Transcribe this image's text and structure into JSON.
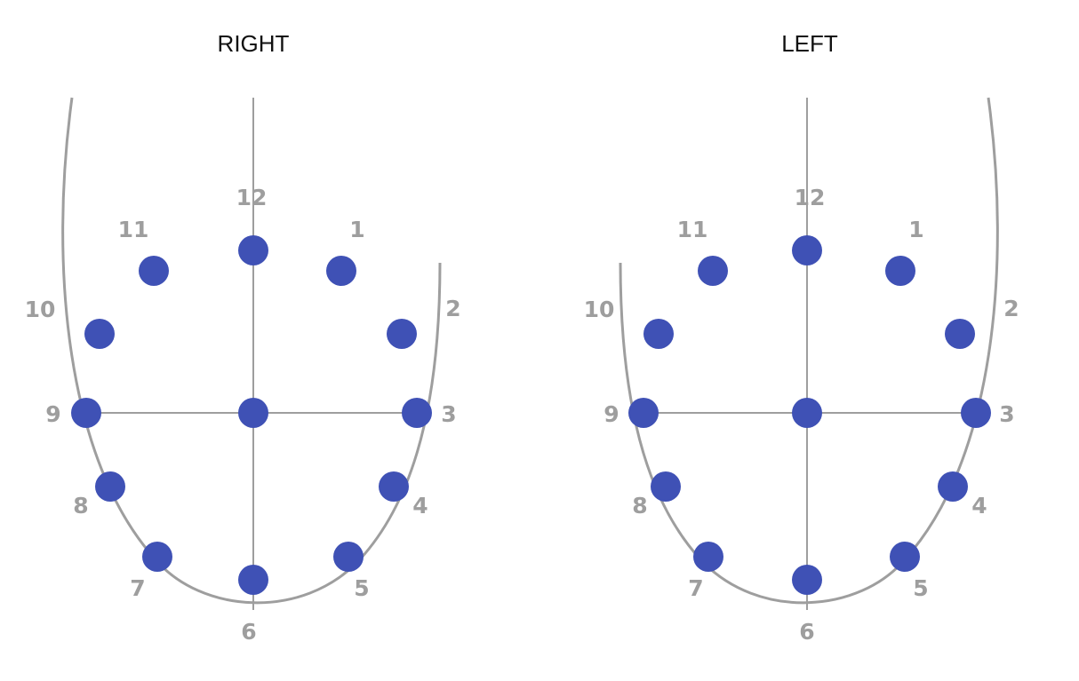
{
  "diagrams": [
    {
      "title": "RIGHT",
      "labels": [
        "1",
        "2",
        "3",
        "4",
        "5",
        "6",
        "7",
        "8",
        "9",
        "10",
        "11",
        "12"
      ]
    },
    {
      "title": "LEFT",
      "labels": [
        "1",
        "2",
        "3",
        "4",
        "5",
        "6",
        "7",
        "8",
        "9",
        "10",
        "11",
        "12"
      ]
    }
  ],
  "colors": {
    "dot": "#3f51b5",
    "line": "#9e9e9e",
    "label": "#9e9e9e",
    "title": "#111111"
  }
}
